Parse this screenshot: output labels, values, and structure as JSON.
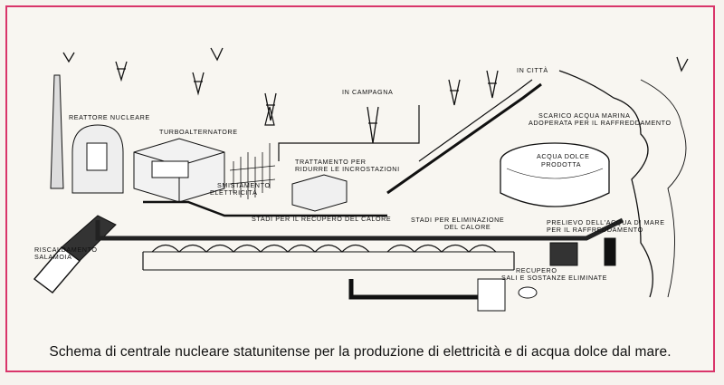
{
  "caption": "Schema di centrale  nucleare  statunitense per la produzione di elettricità e di acqua dolce dal mare.",
  "labels": {
    "reactor": "REATTORE NUCLEARE",
    "turbo": "TURBOALTERNATORE",
    "electric_1": "SMISTAMENTO",
    "electric_2": "ELETTRICITÀ",
    "treatment_1": "TRATTAMENTO PER",
    "treatment_2": "RIDURRE LE INCROSTAZIONI",
    "countryside": "IN CAMPAGNA",
    "city": "IN CITTÀ",
    "discharge_1": "SCARICO ACQUA MARINA",
    "discharge_2": "ADOPERATA PER IL RAFFREDDAMENTO",
    "fresh_water_1": "ACQUA DOLCE",
    "fresh_water_2": "PRODOTTA",
    "heat_recovery": "STADI PER IL RECUPERO DEL CALORE",
    "heat_elim_1": "STADI PER ELIMINAZIONE",
    "heat_elim_2": "DEL CALORE",
    "brine_1": "RISCALDAMENTO",
    "brine_2": "SALAMOIA",
    "intake_1": "PRELIEVO DELL'ACQUA DI MARE",
    "intake_2": "PER IL RAFFREDDAMENTO",
    "salts_1": "RECUPERO",
    "salts_2": "SALI E SOSTANZE ELIMINATE"
  }
}
